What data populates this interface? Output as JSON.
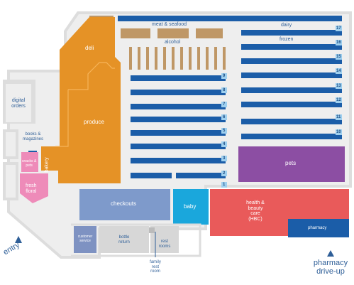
{
  "colors": {
    "floor": "#eeeeee",
    "wall": "#dddddd",
    "aisle_blue": "#1b5da8",
    "shelf_tan": "#bf9766",
    "bakery_orange": "#e59226",
    "checkouts": "#7e9acb",
    "baby": "#1aa7dc",
    "hbc": "#e95a5a",
    "pets": "#8c4ea3",
    "fresh_floral": "#ee8bb9",
    "pharmacy": "#1b5da8",
    "customer_service": "#7e92c2",
    "service_grey": "#d7d7d7",
    "label_navy": "#2f5f98"
  },
  "departments": {
    "meat_seafood": "meat & seafood",
    "dairy": "dairy",
    "frozen": "frozen",
    "alcohol": "alcohol",
    "deli": "deli",
    "produce": "produce",
    "bakery": "bakery",
    "digital_orders": "digital\norders",
    "books_magazines": "books &\nmagazines",
    "snacks_pets": "snacks &\npets",
    "fresh_floral": "fresh\nfloral",
    "checkouts": "checkouts",
    "baby": "baby",
    "hbc": "health &\nbeauty\ncare\n(HBC)",
    "pets": "pets",
    "pharmacy": "pharmacy",
    "customer_service": "customer\nservice",
    "bottle_return": "bottle\nreturn",
    "rest_rooms": "rest\nrooms",
    "family_rest_room": "family\nrest\nroom"
  },
  "entrances": {
    "entry": "entry",
    "pharmacy_drive_up": "pharmacy\ndrive-up"
  },
  "aisle_numbers": {
    "center": [
      "9",
      "8",
      "7",
      "6",
      "5",
      "4",
      "3",
      "2",
      "1"
    ],
    "right": [
      "17",
      "16",
      "15",
      "14",
      "13",
      "12",
      "11",
      "10"
    ]
  },
  "icons": {
    "entry_arrow": "arrow-up-icon",
    "drive_up_arrow": "arrow-up-icon"
  }
}
